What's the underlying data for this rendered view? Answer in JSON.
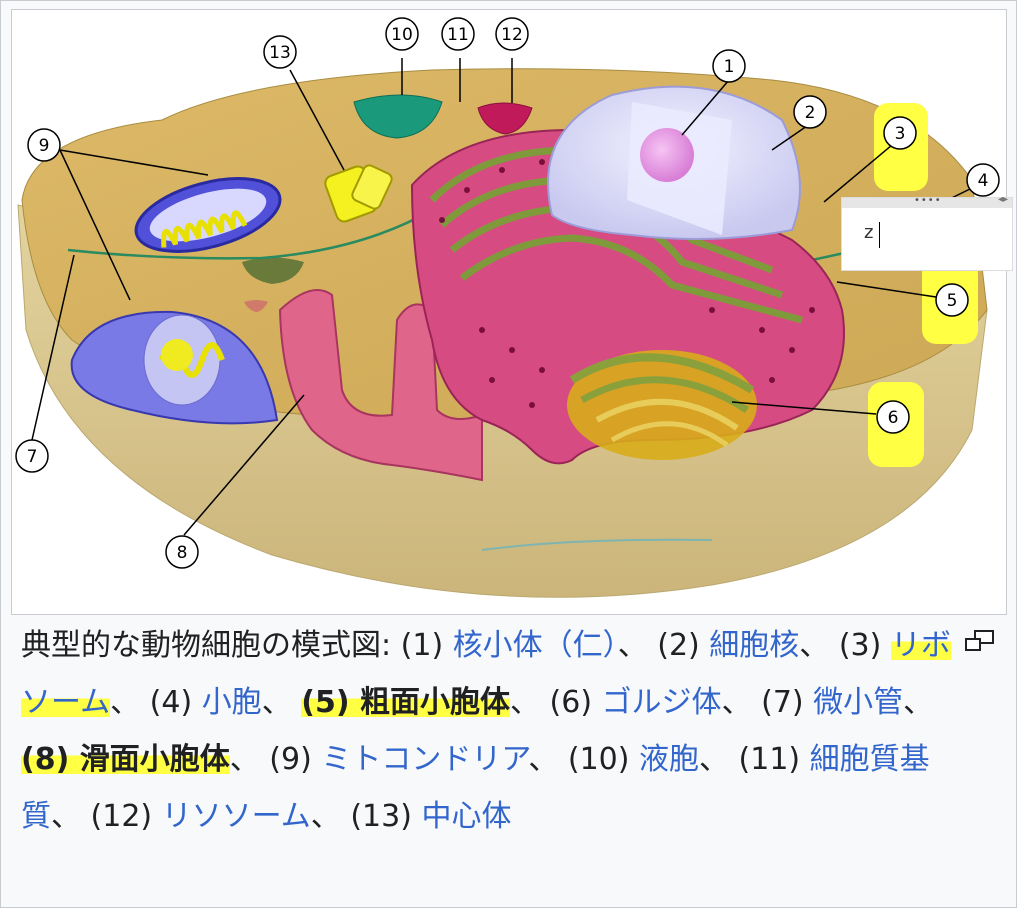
{
  "figure": {
    "labels": [
      "1",
      "2",
      "3",
      "4",
      "5",
      "6",
      "7",
      "8",
      "9",
      "10",
      "11",
      "12",
      "13"
    ]
  },
  "ime": {
    "text": "z"
  },
  "caption": {
    "intro": "典型的な動物細胞の模式図: ",
    "sep": "、",
    "items": [
      {
        "num": "(1) ",
        "text": "核小体（仁）"
      },
      {
        "num": "(2) ",
        "text": "細胞核"
      },
      {
        "num": "(3) ",
        "text": "リボソーム"
      },
      {
        "num": "(4) ",
        "text": "小胞"
      },
      {
        "num": "(5) ",
        "text": "粗面小胞体"
      },
      {
        "num": "(6) ",
        "text": "ゴルジ体"
      },
      {
        "num": "(7) ",
        "text": "微小管"
      },
      {
        "num": "(8) ",
        "text": "滑面小胞体"
      },
      {
        "num": "(9) ",
        "text": "ミトコンドリア"
      },
      {
        "num": "(10) ",
        "text": "液胞"
      },
      {
        "num": "(11) ",
        "text": "細胞質基質"
      },
      {
        "num": "(12) ",
        "text": "リソソーム"
      },
      {
        "num": "(13) ",
        "text": "中心体"
      }
    ]
  },
  "colors": {
    "link": "#3366cc",
    "highlight": "#ffff44",
    "cytoplasm": "#d9b86a",
    "er": "#d9487a",
    "nucleus": "#d6d6f5"
  }
}
